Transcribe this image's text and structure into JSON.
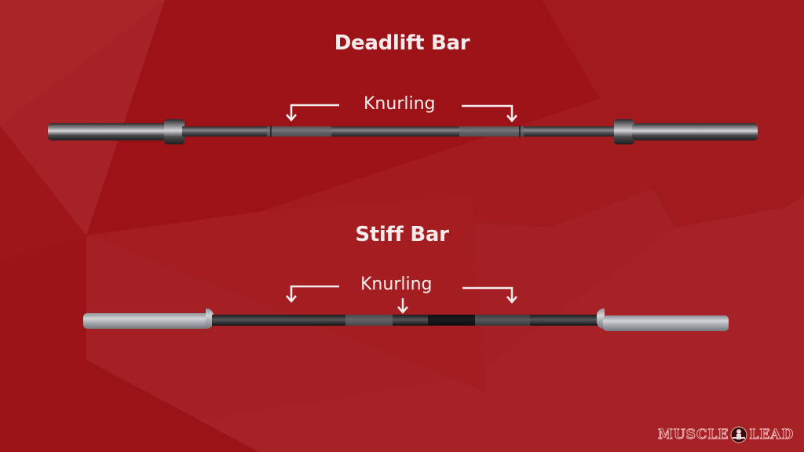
{
  "colors": {
    "background_light": "#a62226",
    "background_dark": "#9a1014",
    "text": "#f4ecec",
    "logo_fill": "#a71f24",
    "logo_outline": "#e9b3b3"
  },
  "sections": [
    {
      "title": "Deadlift Bar",
      "annotation": "Knurling",
      "arrows": [
        "left-arrow",
        "right-arrow"
      ],
      "bar_finish": "dark chrome sleeves"
    },
    {
      "title": "Stiff Bar",
      "annotation": "Knurling",
      "arrows": [
        "left-arrow",
        "center-arrow",
        "right-arrow"
      ],
      "bar_finish": "bright silver sleeves"
    }
  ],
  "logo": {
    "left_text": "MUSCLE",
    "right_text": "LEAD",
    "icon": "weightlifter-icon"
  }
}
